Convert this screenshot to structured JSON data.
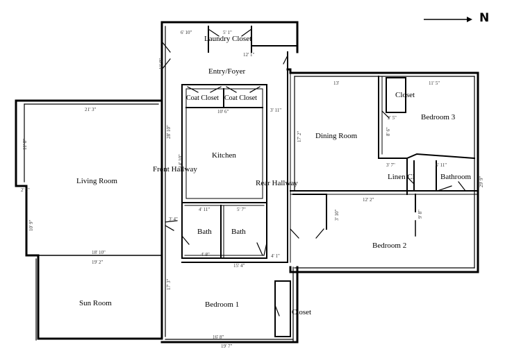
{
  "compass": {
    "letter": "N",
    "arrow": "north-arrow-icon"
  },
  "rooms": {
    "laundry_closet": "Laundry Closet",
    "entry_foyer": "Entry/Foyer",
    "coat_closet_1": "Coat Closet",
    "coat_closet_2": "Coat Closet",
    "kitchen": "Kitchen",
    "front_hallway": "Front Hallway",
    "rear_hallway": "Rear Hallway",
    "living_room": "Living Room",
    "sun_room": "Sun Room",
    "bath_1": "Bath",
    "bath_2": "Bath",
    "bedroom_1": "Bedroom 1",
    "closet_bedroom_1": "Closet",
    "dining_room": "Dining Room",
    "bedroom_2": "Bedroom 2",
    "bedroom_3": "Bedroom 3",
    "closet_bedroom_3": "Closet",
    "linen_closet": "Linen Cl",
    "bathroom": "Bathroom"
  },
  "dimensions": {
    "foyer_top": "6' 10\"",
    "laundry_w": "5' 1\"",
    "foyer_w": "12' 1\"",
    "foyer_side": "11' 9\"",
    "living_top": "21' 3\"",
    "living_side": "11' 8\"",
    "living_step": "2' 5\"",
    "living_lower": "10' 9\"",
    "living_bottom": "18' 10\"",
    "sun_top": "19' 2\"",
    "kitchen_w": "10' 6\"",
    "kitchen_h": "14' 10\"",
    "front_hall_h": "28' 10\"",
    "coat_h": "3' 11\"",
    "bath1_w": "4' 11\"",
    "bath2_w": "5' 7\"",
    "bath1_h": "3' 4\"",
    "bath_bottom": "4' 8\"",
    "bed1_top": "15' 4\"",
    "bed1_closet": "4' 1\"",
    "bed1_side": "17' 3\"",
    "bed1_bottom": "16' 8\"",
    "house_bottom": "19' 7\"",
    "dining_w": "13'",
    "dining_h": "17' 2\"",
    "bed3_w": "11' 5\"",
    "bed3_closet": "2' 5\"",
    "bed3_h": "8' 6\"",
    "linen_w": "3' 7\"",
    "bathroom_w": "6' 11\"",
    "east_side": "29' 9\"",
    "bed2_w": "12' 2\"",
    "bed2_closet": "3' 10\"",
    "bed2_h": "9' 8\""
  }
}
